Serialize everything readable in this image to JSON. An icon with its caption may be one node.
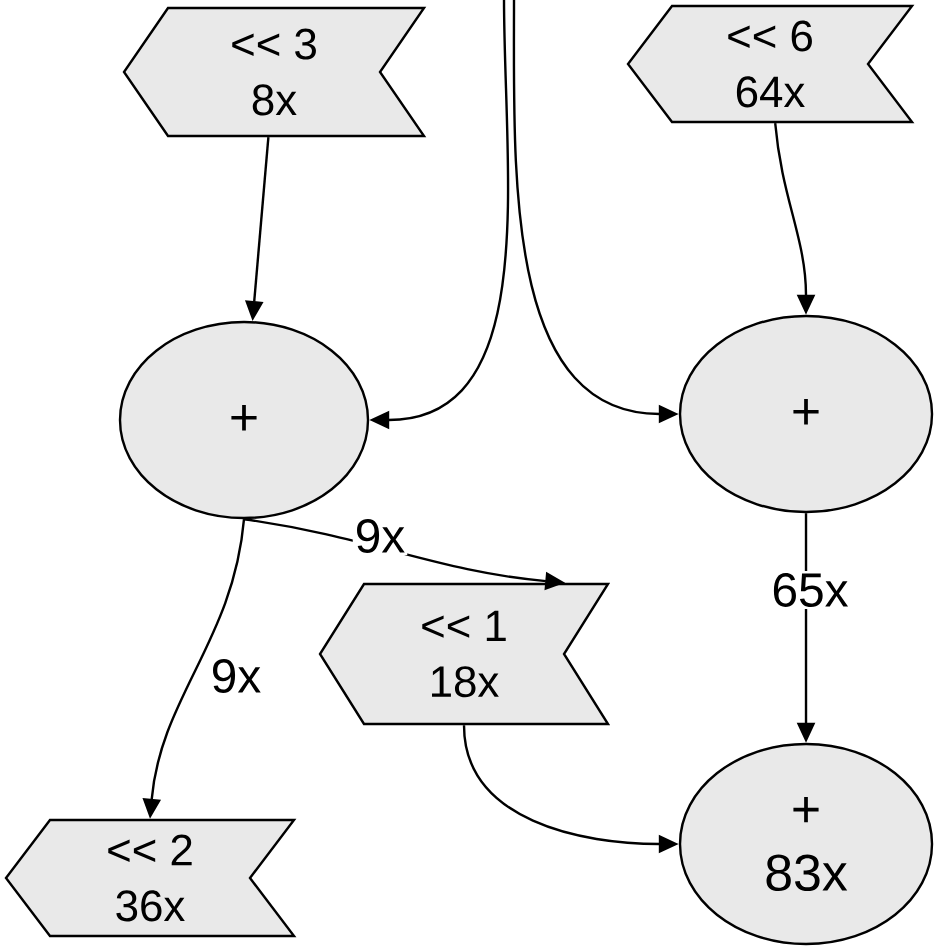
{
  "diagram": {
    "nodes": [
      {
        "text": [
          "<< 3",
          "8x"
        ]
      },
      {
        "text": [
          "<< 6",
          "64x"
        ]
      },
      {
        "text": [
          "+"
        ]
      },
      {
        "text": [
          "+"
        ]
      },
      {
        "text": [
          "<< 1",
          "18x"
        ]
      },
      {
        "text": [
          "<< 2",
          "36x"
        ]
      },
      {
        "text": [
          "+",
          "83x"
        ]
      }
    ],
    "edges": [
      {
        "from": 0,
        "to": 2,
        "arrow": "to"
      },
      {
        "from": 1,
        "to": 3,
        "arrow": "to"
      },
      {
        "from": null,
        "to": 2,
        "arrow": "to"
      },
      {
        "from": null,
        "to": 3,
        "arrow": "to"
      },
      {
        "from": 2,
        "to": 4,
        "arrow": "to",
        "label": "9x"
      },
      {
        "from": 2,
        "to": 5,
        "arrow": "to",
        "label": "9x"
      },
      {
        "from": 3,
        "to": 6,
        "arrow": "to",
        "label": "65x"
      },
      {
        "from": 4,
        "to": 6,
        "arrow": "to"
      }
    ]
  }
}
